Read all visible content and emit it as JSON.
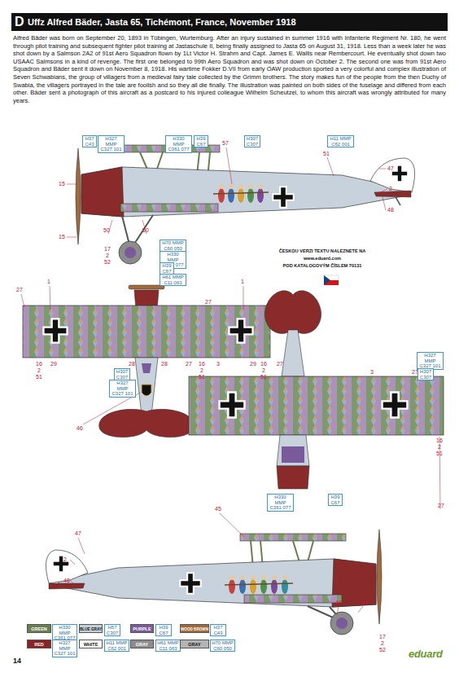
{
  "diagram": {
    "title": "Uffz Alfred Bäder, Jasta 65, Tichémont, France, November 1918",
    "labels": [
      "D",
      "Alfred Bäder was born on September 20, 1893 in Tübingen, Wurtemburg. After an injury sustained in summer 1916 with Infanterie Regiment Nr. 180, he went through pilot training and subsequent fighter pilot training at Jastaschule II, being finally assigned to Jasta 65 on August 31, 1918. Less than a week later he was shot down by a Salmson 2A2 of 91st Aero Squadron flown by 1Lt Victor H. Strahm and Capt. James E. Wallis near Rembercourt. He eventually shot down two USAAC Salmsons in a kind of revenge. The first one belonged to 99th Aero Squadron and was shot down on October 2. The second one was from 91st Aero Squadron and Bäder sent it down on November 8, 1918. His wartime Fokker D.VII from early OAW production sported a very colorful and complex illustration of Seven Schwabians, the group of villagers from a medieval fairy tale collected by the Grimm brothers. The story makes fun of the people from the then Duchy of Swabia, the villagers portrayed in the tale are foolish and so they all die finally. The illustration was painted on both sides of the fuselage and differed from each other. Bäder sent a photograph of this aircraft as a postcard to his injured colleague Wilhelm Scheutzel, to whom this aircraft was wrongly attributed for many years.",
      "H37 C43",
      "H327 MMP C327 101",
      "H330 MMP C361 077",
      "H39 C67",
      "57",
      "H307 C307",
      "H11 MMP C62 001",
      "51",
      "47",
      "2",
      "48",
      "15",
      "15",
      "50",
      "50",
      "H70 MMP C60 050",
      "H330 MMP C361 077",
      "17",
      "2",
      "52",
      "H39 C67",
      "H61 MMP C11 063",
      "ČESKOU VERZI TEXTU NALEZNETE NA",
      "www.eduard.com",
      "POD KATALOGOVÝM ČÍSLEM 70131",
      "27",
      "1",
      "1",
      "16",
      "2",
      "51",
      "29",
      "28",
      "28",
      "27",
      "46",
      "16",
      "2",
      "51",
      "27",
      "3",
      "29",
      "16",
      "2",
      "51",
      "27",
      "H307 C307",
      "H327 MMP C327 101",
      "H327 MMP C327 101",
      "H307 C307",
      "3",
      "27",
      "16",
      "2",
      "51",
      "H330 MMP C361 077",
      "H39 C67",
      "27",
      "45",
      "47",
      "2",
      "48",
      "49",
      "49",
      "17",
      "2",
      "52",
      "H330 MMP C361 077",
      "H57 C307",
      "H39 C67",
      "H37 C43",
      "H327 MMP C327 101",
      "H11 MMP C62 001",
      "H61 MMP C11 063",
      "H70 MMP C60 050",
      "14",
      "eduard"
    ],
    "legend": [
      {
        "text": "GREEN",
        "color": "#6b7f4e"
      },
      {
        "text": "BLUE GRAY",
        "color": "#c5cfd8"
      },
      {
        "text": "PURPLE",
        "color": "#7a5a9a"
      },
      {
        "text": "WOOD BROWN",
        "color": "#a06a3a"
      },
      {
        "text": "RED",
        "color": "#8a2323"
      },
      {
        "text": "WHITE",
        "color": "#ffffff"
      },
      {
        "text": "GRAY",
        "color": "#8c8c8c"
      },
      {
        "text": "GRAY",
        "color": "#b4b4b4"
      }
    ]
  }
}
